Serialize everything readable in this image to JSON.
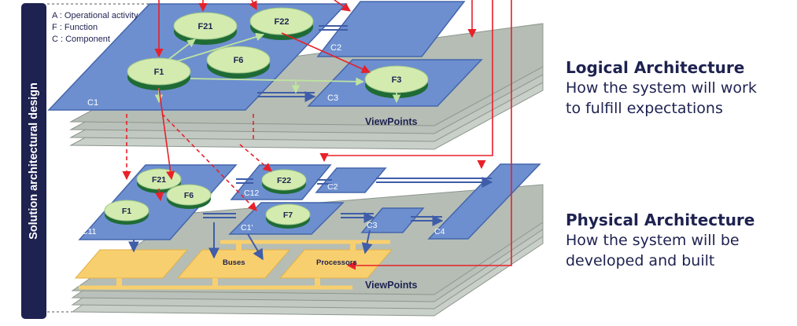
{
  "sidebar": {
    "label": "Solution architectural design"
  },
  "legend": {
    "a": "A : Operational activity",
    "f": "F : Function",
    "c": "C : Component"
  },
  "logical": {
    "heading": "Logical Architecture",
    "line1": "How the system will work",
    "line2": "to fulfill expectations",
    "viewpoints": "ViewPoints",
    "components": {
      "c1": "C1",
      "c2": "C2",
      "c3": "C3"
    },
    "functions": {
      "f1": "F1",
      "f21": "F21",
      "f22": "F22",
      "f6": "F6",
      "f3": "F3"
    }
  },
  "physical": {
    "heading": "Physical Architecture",
    "line1": "How the system will be",
    "line2": "developed and built",
    "viewpoints": "ViewPoints",
    "components": {
      "c11": "C11",
      "c12": "C12",
      "c2": "C2",
      "c1p": "C1'",
      "c3": "C3",
      "c4": "C4"
    },
    "functions": {
      "f21": "F21",
      "f6": "F6",
      "f1": "F1",
      "f22": "F22",
      "f7": "F7"
    },
    "hardware": {
      "buses": "Buses",
      "processors": "Processors"
    }
  },
  "colors": {
    "component": "#6d8fcf",
    "component_edge": "#4566ab",
    "function": "#d4ebb0",
    "function_edge": "#1f6b35",
    "layer": "#b5bdb5",
    "hardware": "#f8cf6e",
    "sidebar": "#1e2250",
    "red_link": "#e8202a"
  }
}
